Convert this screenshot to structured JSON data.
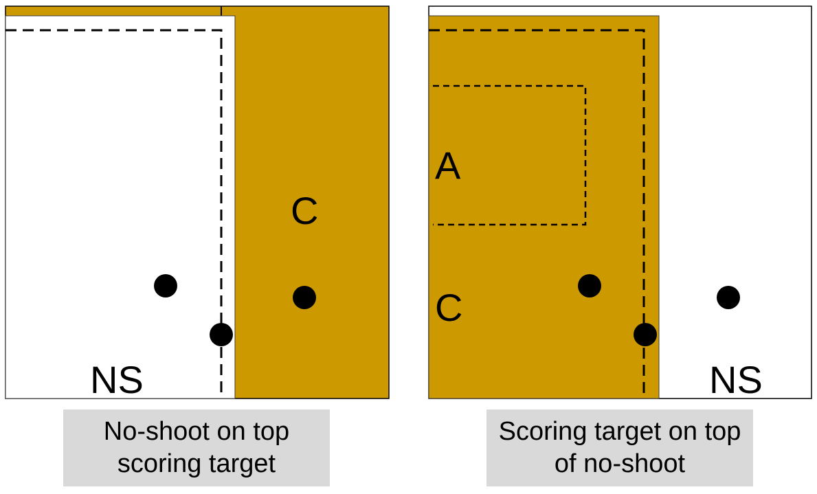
{
  "colors": {
    "scoring": "#CC9900",
    "noshoot": "#FFFFFF",
    "outline": "#000000",
    "hit": "#000000",
    "caption_bg": "#D9D9D9"
  },
  "panels": [
    {
      "id": "left",
      "zone_labels": {
        "c": "C",
        "ns": "NS"
      },
      "caption": {
        "line1": "No-shoot on top",
        "line2": "scoring target"
      }
    },
    {
      "id": "right",
      "zone_labels": {
        "a": "A",
        "c": "C",
        "ns": "NS"
      },
      "caption": {
        "line1": "Scoring target on top",
        "line2": "of no-shoot"
      }
    }
  ]
}
